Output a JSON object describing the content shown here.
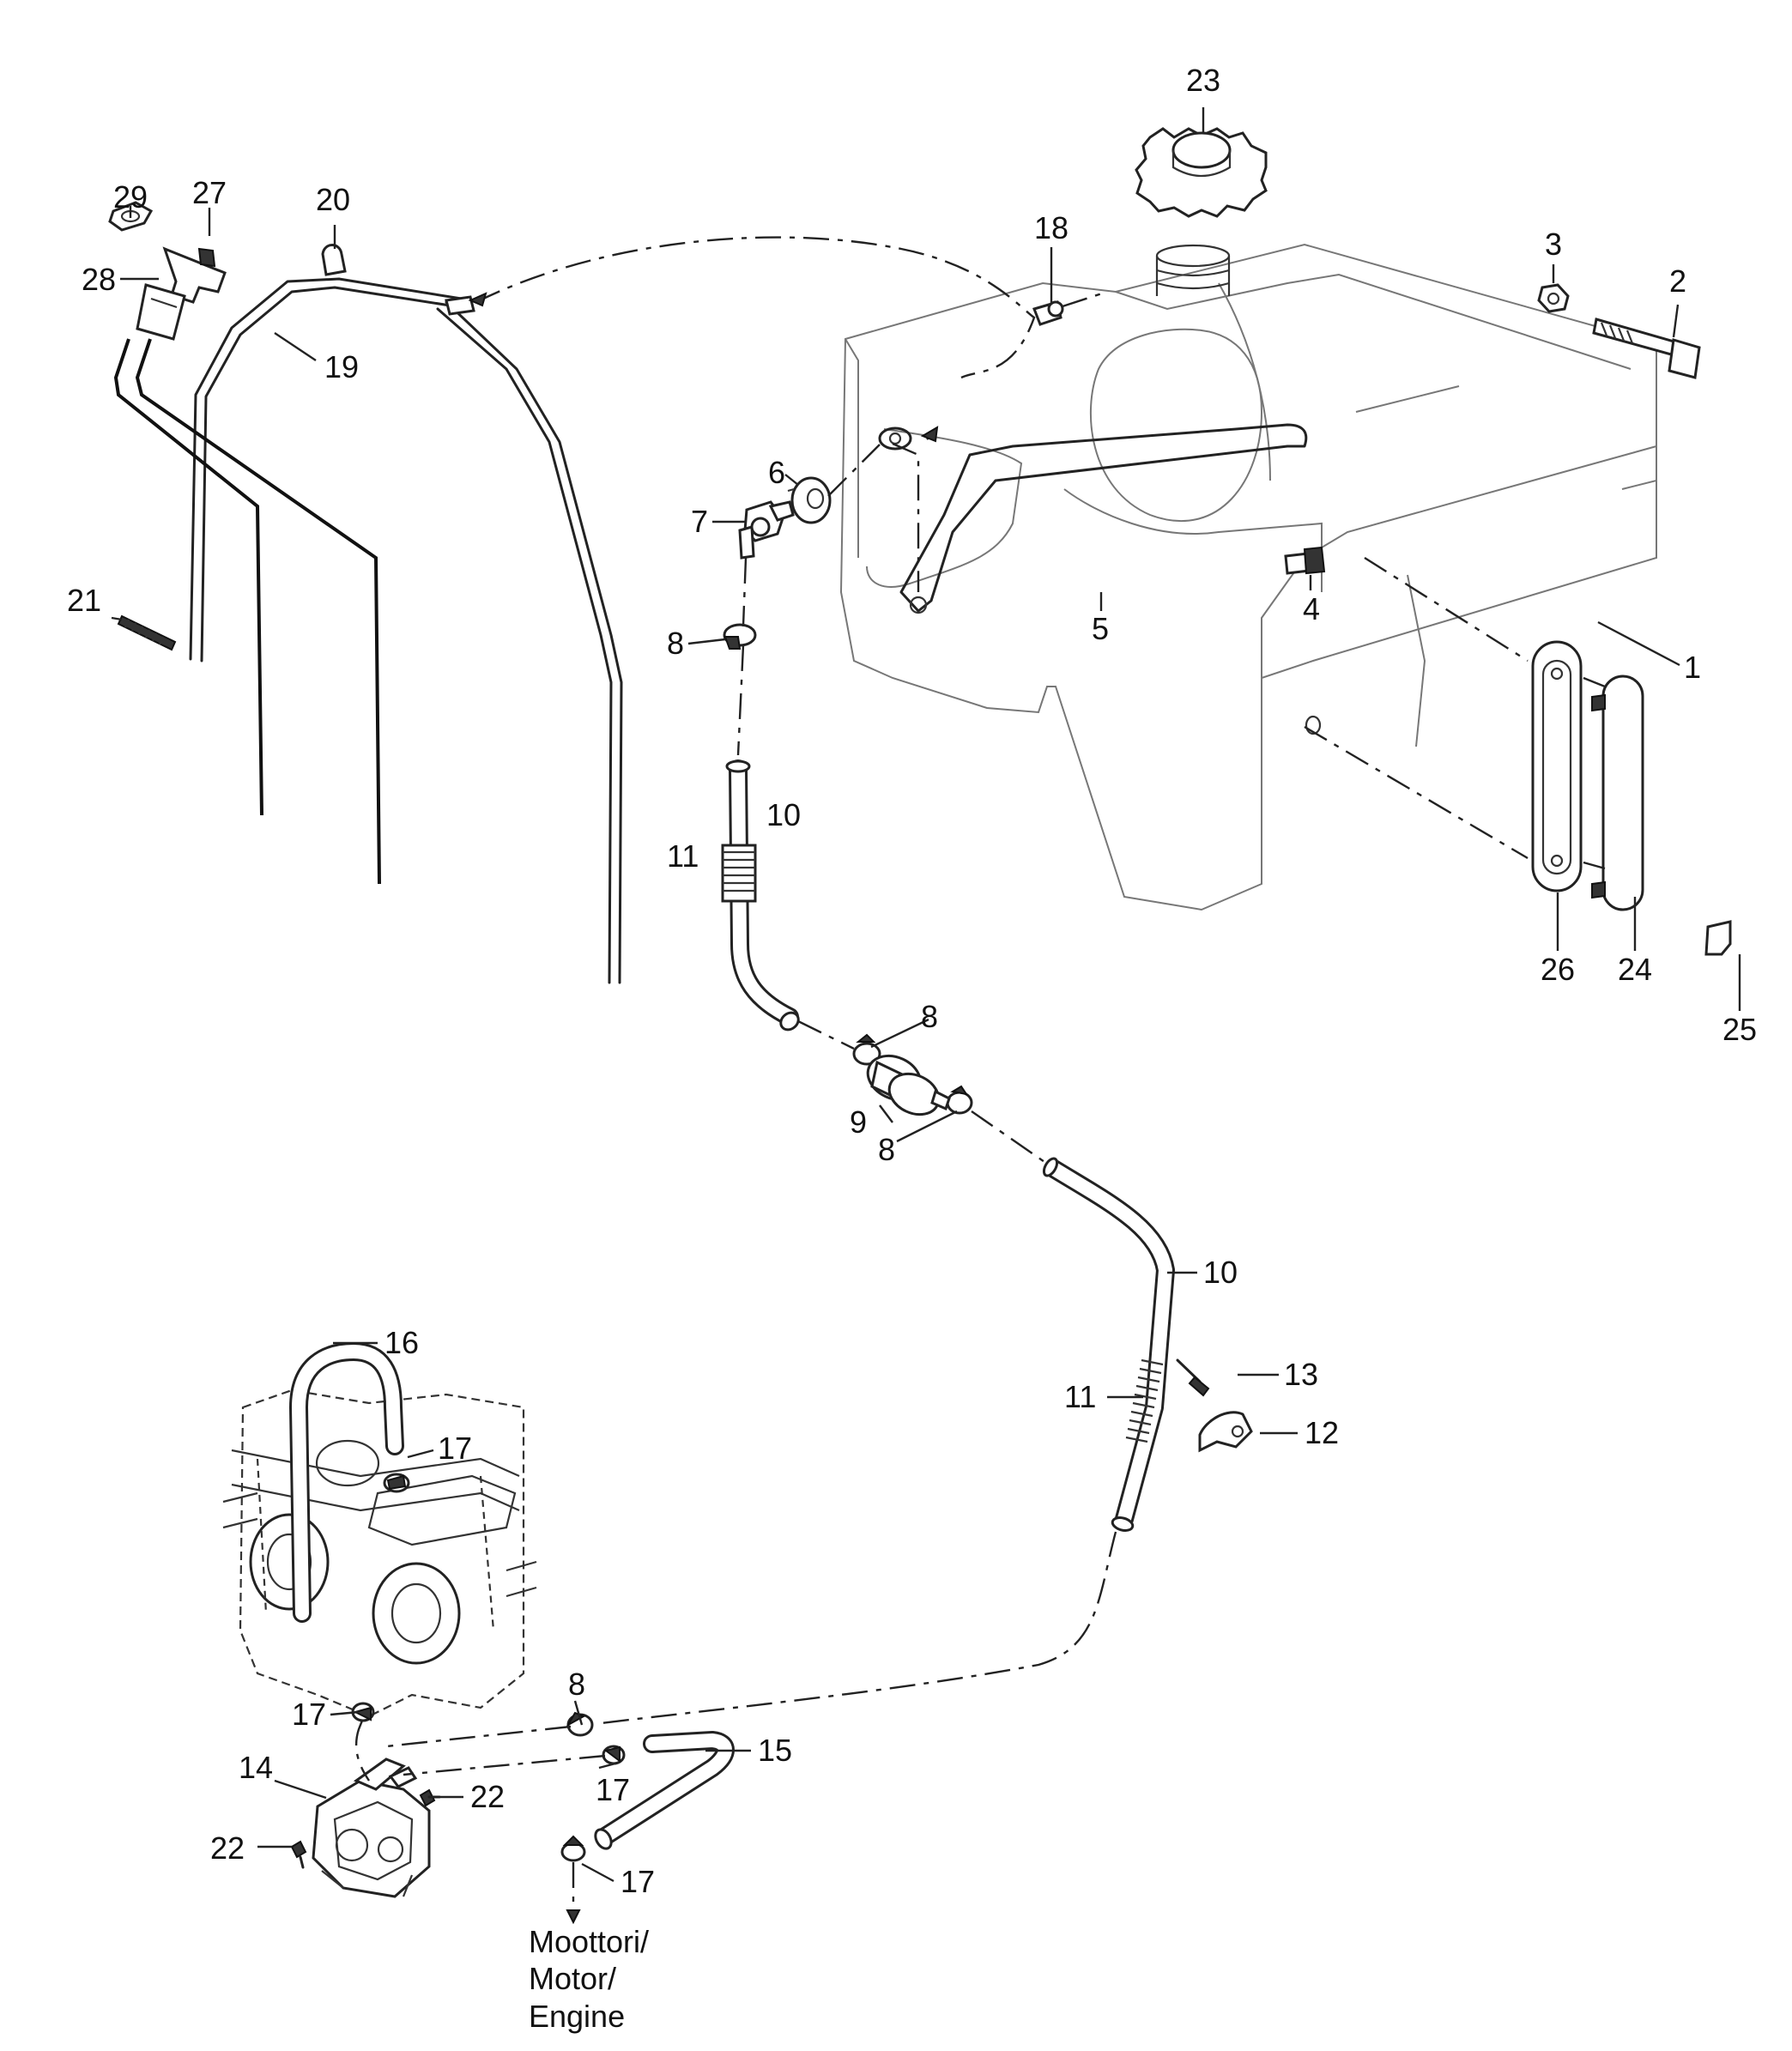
{
  "diagram": {
    "callouts": [
      {
        "id": "c1",
        "text": "1"
      },
      {
        "id": "c2",
        "text": "2"
      },
      {
        "id": "c3",
        "text": "3"
      },
      {
        "id": "c4",
        "text": "4"
      },
      {
        "id": "c5",
        "text": "5"
      },
      {
        "id": "c6",
        "text": "6"
      },
      {
        "id": "c7",
        "text": "7"
      },
      {
        "id": "c8a",
        "text": "8"
      },
      {
        "id": "c8b",
        "text": "8"
      },
      {
        "id": "c8c",
        "text": "8"
      },
      {
        "id": "c8d",
        "text": "8"
      },
      {
        "id": "c9",
        "text": "9"
      },
      {
        "id": "c10a",
        "text": "10"
      },
      {
        "id": "c10b",
        "text": "10"
      },
      {
        "id": "c11a",
        "text": "11"
      },
      {
        "id": "c11b",
        "text": "11"
      },
      {
        "id": "c12",
        "text": "12"
      },
      {
        "id": "c13",
        "text": "13"
      },
      {
        "id": "c14",
        "text": "14"
      },
      {
        "id": "c15",
        "text": "15"
      },
      {
        "id": "c16",
        "text": "16"
      },
      {
        "id": "c17a",
        "text": "17"
      },
      {
        "id": "c17b",
        "text": "17"
      },
      {
        "id": "c17c",
        "text": "17"
      },
      {
        "id": "c17d",
        "text": "17"
      },
      {
        "id": "c18",
        "text": "18"
      },
      {
        "id": "c19",
        "text": "19"
      },
      {
        "id": "c20",
        "text": "20"
      },
      {
        "id": "c21",
        "text": "21"
      },
      {
        "id": "c22a",
        "text": "22"
      },
      {
        "id": "c22b",
        "text": "22"
      },
      {
        "id": "c23",
        "text": "23"
      },
      {
        "id": "c24",
        "text": "24"
      },
      {
        "id": "c25",
        "text": "25"
      },
      {
        "id": "c26",
        "text": "26"
      },
      {
        "id": "c27",
        "text": "27"
      },
      {
        "id": "c28",
        "text": "28"
      },
      {
        "id": "c29",
        "text": "29"
      }
    ],
    "engine_note": [
      "Moottori/",
      "Motor/",
      "Engine"
    ]
  }
}
